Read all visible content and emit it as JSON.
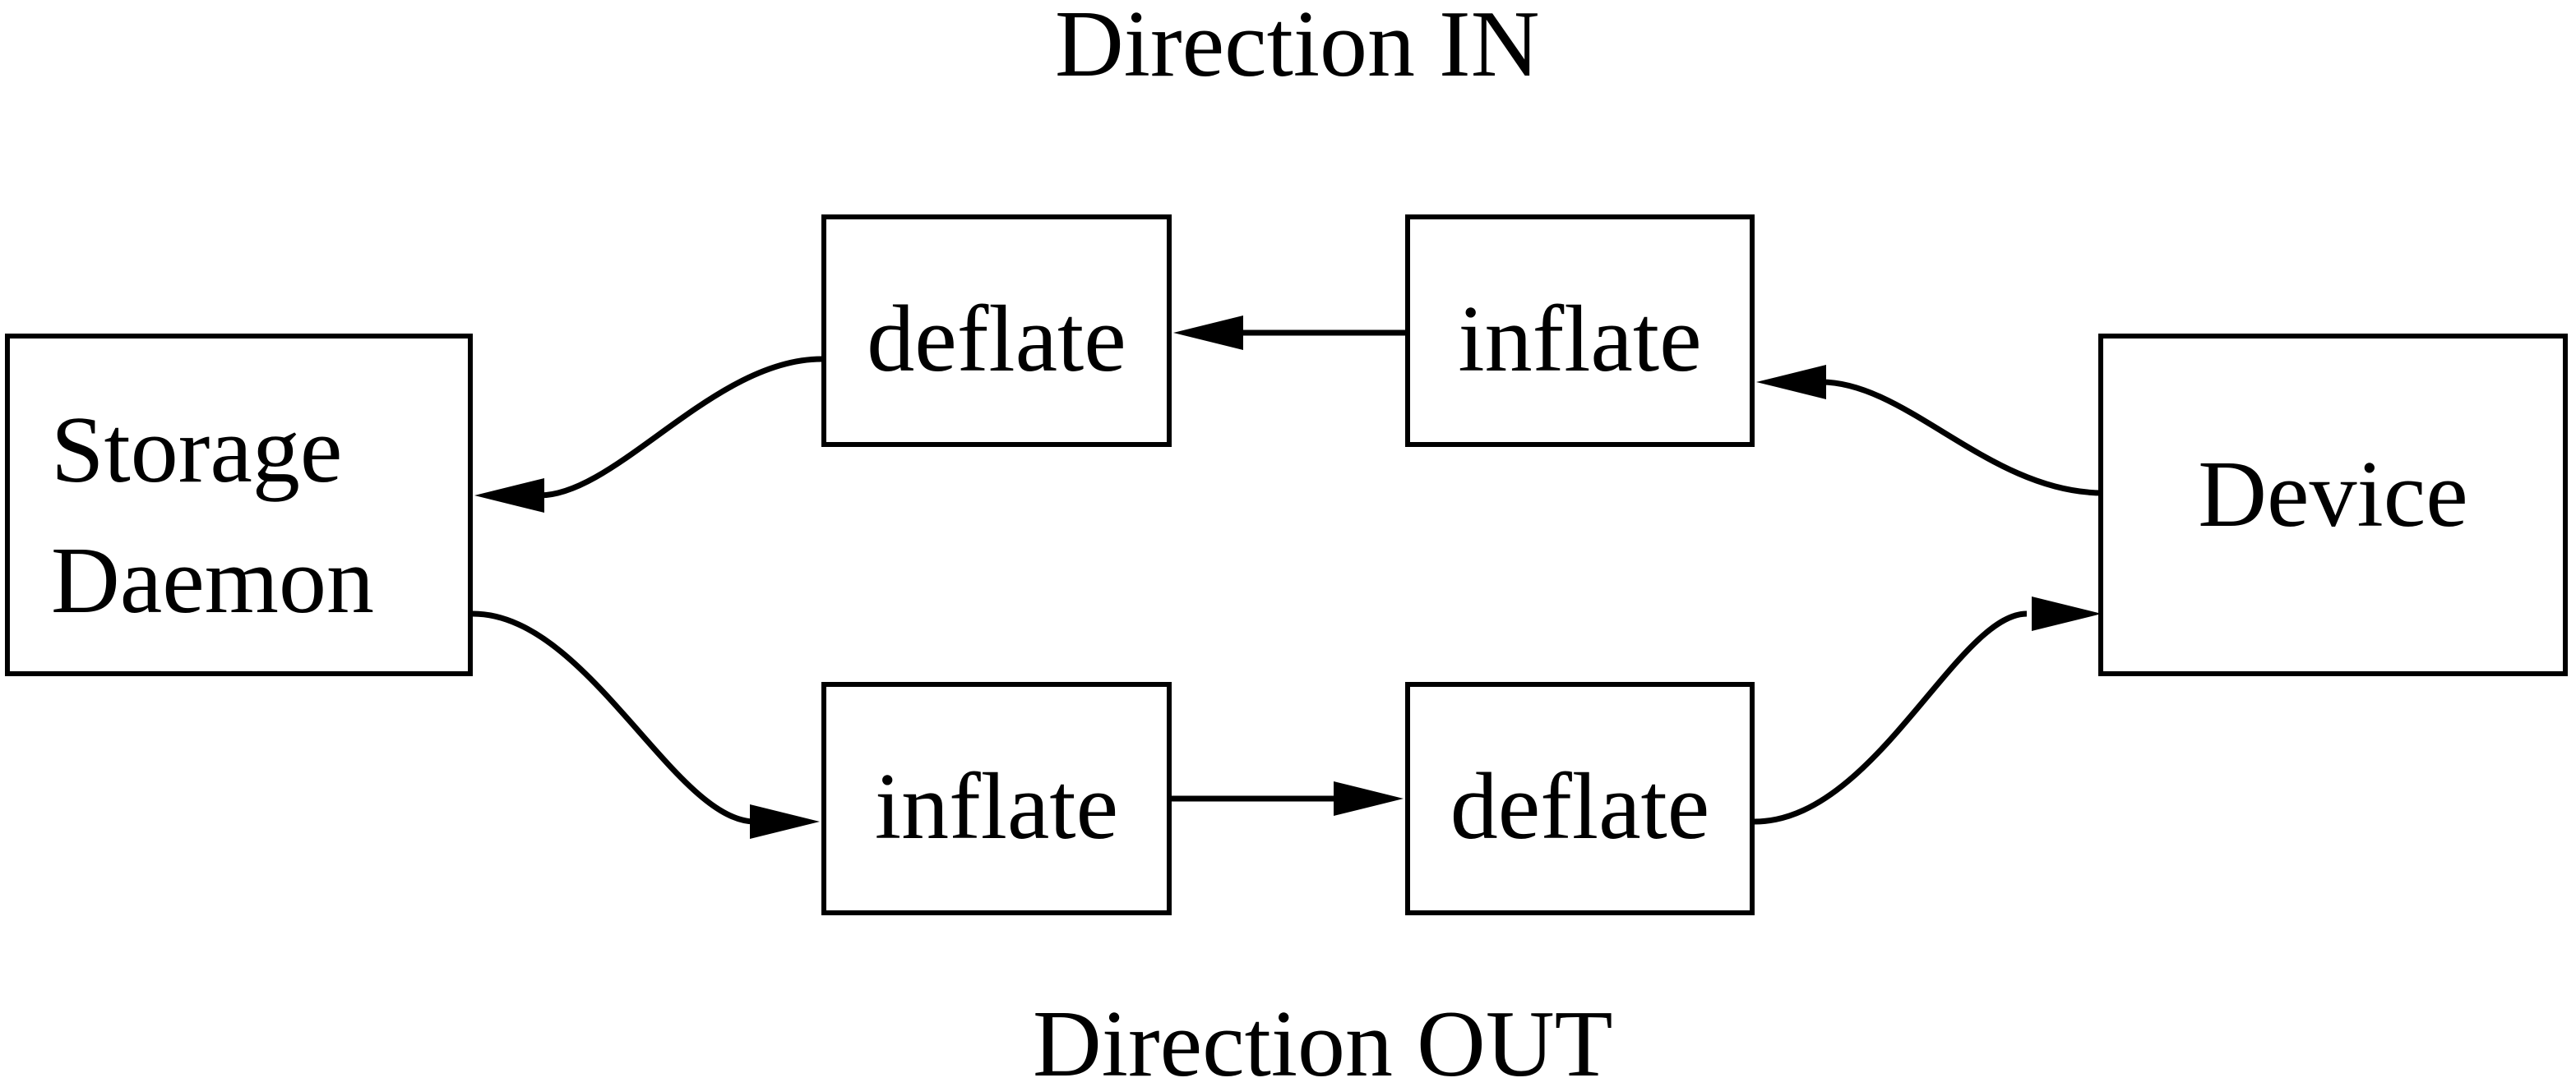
{
  "diagram": {
    "title_in": "Direction IN",
    "title_out": "Direction OUT",
    "nodes": {
      "storage_daemon": {
        "lines": [
          "Storage",
          "Daemon"
        ]
      },
      "deflate_top": {
        "label": "deflate"
      },
      "inflate_top": {
        "label": "inflate"
      },
      "inflate_bottom": {
        "label": "inflate"
      },
      "deflate_bottom": {
        "label": "deflate"
      },
      "device": {
        "label": "Device"
      }
    },
    "edges": [
      {
        "from": "device",
        "to": "inflate_top",
        "direction": "IN"
      },
      {
        "from": "inflate_top",
        "to": "deflate_top",
        "direction": "IN"
      },
      {
        "from": "deflate_top",
        "to": "storage_daemon",
        "direction": "IN"
      },
      {
        "from": "storage_daemon",
        "to": "inflate_bottom",
        "direction": "OUT"
      },
      {
        "from": "inflate_bottom",
        "to": "deflate_bottom",
        "direction": "OUT"
      },
      {
        "from": "deflate_bottom",
        "to": "device",
        "direction": "OUT"
      }
    ],
    "colors": {
      "ink": "#000000",
      "background": "#ffffff"
    }
  }
}
